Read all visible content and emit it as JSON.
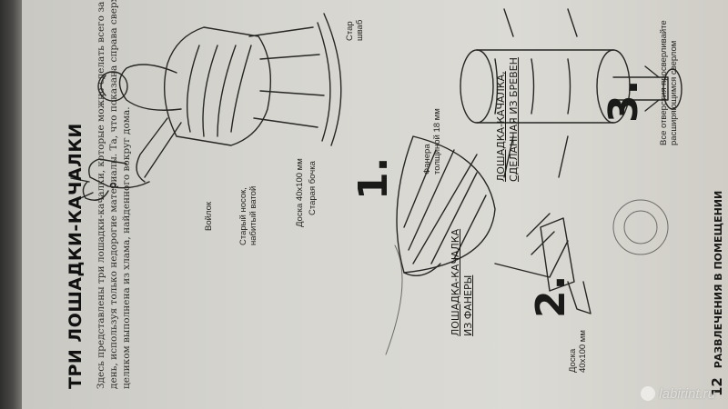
{
  "page": {
    "title": "ТРИ ЛОШАДКИ-КАЧАЛКИ",
    "intro_lines": [
      "Здесь представлены три лошадки-качалки, которые можно сделать всего за один",
      "день, используя только недорогие материалы. Та, что показана справа сверху,",
      "целиком выполнена из хлама, найденного вокруг дома."
    ],
    "footer": {
      "page_number": "12",
      "section": "РАЗВЛЕЧЕНИЯ В ПОМЕЩЕНИИ"
    }
  },
  "labels": {
    "felt": "Войлок",
    "sock": [
      "Старый носок,",
      "набитый ватой"
    ],
    "board_top": "Доска 40x100 мм",
    "barrel": "Старая бочка",
    "plywood": [
      "Фанера",
      "толщиной 18 мм"
    ],
    "board_left": [
      "Доска",
      "40x100 мм"
    ],
    "dowels": [
      "Стар",
      "шваб"
    ],
    "holes": [
      "Все отверстия просверливайте",
      "расширяющимся сверлом"
    ]
  },
  "sections": {
    "plywood_horse": [
      "ЛОШАДКА-КАЧАЛКА",
      "ИЗ ФАНЕРЫ"
    ],
    "log_horse": [
      "ЛОШАДКА-КАЧАЛКА,",
      "СДЕЛАННАЯ ИЗ БРЕВЕН"
    ]
  },
  "numbers": {
    "one": "1.",
    "two": "2.",
    "three": "3."
  },
  "watermark": "labirint.ru"
}
